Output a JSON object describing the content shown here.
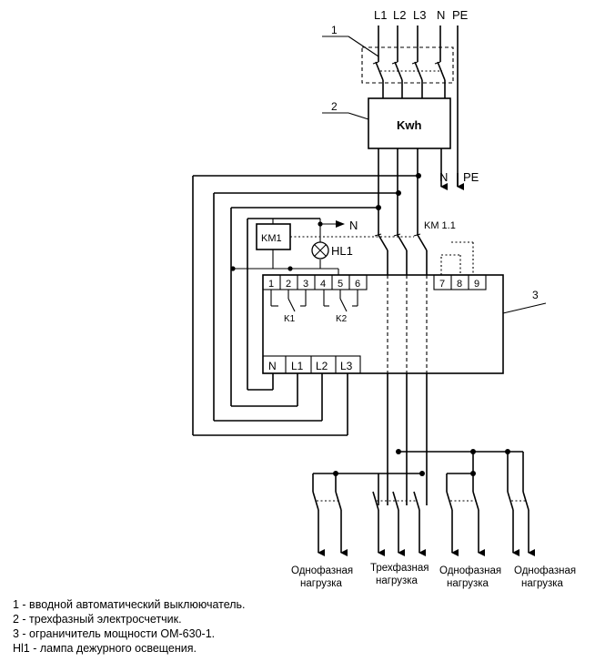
{
  "supply": {
    "lines": [
      "L1",
      "L2",
      "L3",
      "N",
      "PE"
    ],
    "out_n": "N",
    "out_pe": "PE"
  },
  "callouts": [
    "1",
    "2",
    "3"
  ],
  "meter_label": "Kwh",
  "contactor": {
    "coil": "KM1",
    "contacts": "KM 1.1"
  },
  "relay": {
    "n_label": "N",
    "lamp": "HL1",
    "terminals_top": [
      "1",
      "2",
      "3",
      "4",
      "5",
      "6"
    ],
    "terminals_top_right": [
      "7",
      "8",
      "9"
    ],
    "contacts": [
      "K1",
      "K2"
    ],
    "terminals_bottom": [
      "N",
      "L1",
      "L2",
      "L3"
    ]
  },
  "loads": [
    {
      "line1": "Однофазная",
      "line2": "нагрузка"
    },
    {
      "line1": "Трехфазная",
      "line2": "нагрузка"
    },
    {
      "line1": "Однофазная",
      "line2": "нагрузка"
    },
    {
      "line1": "Однофазная",
      "line2": "нагрузка"
    }
  ],
  "legend": [
    "1 - вводной автоматический выклюючатель.",
    "2 -  трехфазный электросчетчик.",
    "3 - ограничитель мощности ОМ-630-1.",
    "Hl1 - лампа дежурного освещения."
  ]
}
